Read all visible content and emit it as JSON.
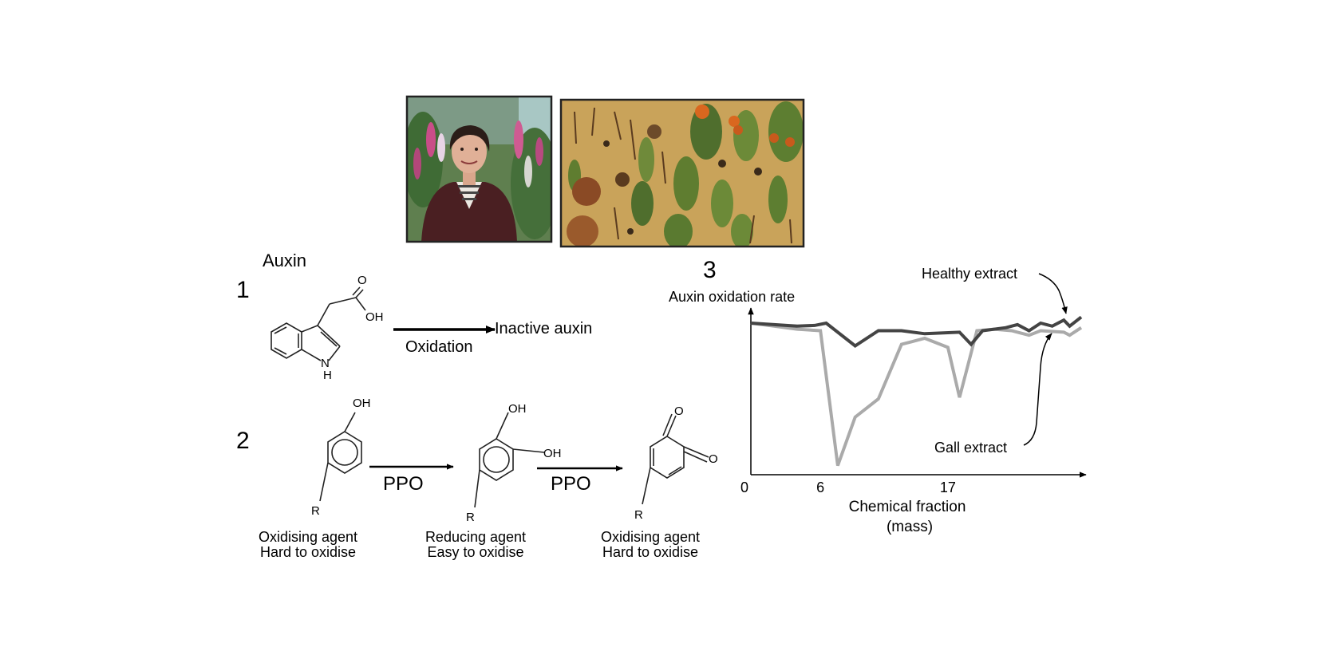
{
  "panel1": {
    "number": "1",
    "title": "Auxin",
    "atoms": {
      "o": "O",
      "oh": "OH",
      "nh": "N",
      "h": "H"
    },
    "arrow_label": "Oxidation",
    "product": "Inactive auxin"
  },
  "panel2": {
    "number": "2",
    "arrow1_label": "PPO",
    "arrow2_label": "PPO",
    "mol1": {
      "oh": "OH",
      "r": "R",
      "cap1": "Oxidising agent",
      "cap2": "Hard to oxidise"
    },
    "mol2": {
      "oh1": "OH",
      "oh2": "OH",
      "r": "R",
      "cap1": "Reducing agent",
      "cap2": "Easy to oxidise"
    },
    "mol3": {
      "o1": "O",
      "o2": "O",
      "r": "R",
      "cap1": "Oxidising agent",
      "cap2": "Hard to oxidise"
    }
  },
  "panel3": {
    "number": "3",
    "label_healthy": "Healthy extract",
    "label_gall": "Gall extract"
  },
  "colors": {
    "healthy": "#444444",
    "gall": "#aaaaaa",
    "photo_bg": "#c9a35a",
    "cardigan": "#4a1f22"
  },
  "chart_data": {
    "type": "line",
    "ylabel": "Auxin oxidation rate",
    "xlabel": "Chemical fraction",
    "xlabel2": "(mass)",
    "x_ticks": [
      {
        "x": 0,
        "label": "0"
      },
      {
        "x": 6,
        "label": "6"
      },
      {
        "x": 17,
        "label": "17"
      }
    ],
    "xlim": [
      0,
      28.5
    ],
    "ylim": [
      0,
      1.1
    ],
    "series": [
      {
        "name": "Healthy extract",
        "color": "#444444",
        "points": [
          [
            0,
            1.0
          ],
          [
            2,
            0.99
          ],
          [
            4,
            0.98
          ],
          [
            5.5,
            0.985
          ],
          [
            6.5,
            1.0
          ],
          [
            9,
            0.85
          ],
          [
            11,
            0.95
          ],
          [
            13,
            0.95
          ],
          [
            15,
            0.93
          ],
          [
            18,
            0.94
          ],
          [
            19,
            0.86
          ],
          [
            20,
            0.95
          ],
          [
            22,
            0.97
          ],
          [
            23,
            0.99
          ],
          [
            24,
            0.95
          ],
          [
            25,
            1.0
          ],
          [
            26,
            0.98
          ],
          [
            27,
            1.02
          ],
          [
            27.5,
            0.98
          ],
          [
            28.5,
            1.04
          ]
        ]
      },
      {
        "name": "Gall extract",
        "color": "#aaaaaa",
        "points": [
          [
            0,
            1.0
          ],
          [
            2,
            0.98
          ],
          [
            4,
            0.96
          ],
          [
            6,
            0.95
          ],
          [
            7.5,
            0.06
          ],
          [
            9,
            0.38
          ],
          [
            11,
            0.5
          ],
          [
            13,
            0.86
          ],
          [
            15,
            0.9
          ],
          [
            17,
            0.84
          ],
          [
            18,
            0.51
          ],
          [
            19.5,
            0.95
          ],
          [
            21,
            0.96
          ],
          [
            22.5,
            0.95
          ],
          [
            24,
            0.92
          ],
          [
            25,
            0.95
          ],
          [
            27,
            0.94
          ],
          [
            27.5,
            0.92
          ],
          [
            28.5,
            0.97
          ]
        ]
      }
    ]
  }
}
